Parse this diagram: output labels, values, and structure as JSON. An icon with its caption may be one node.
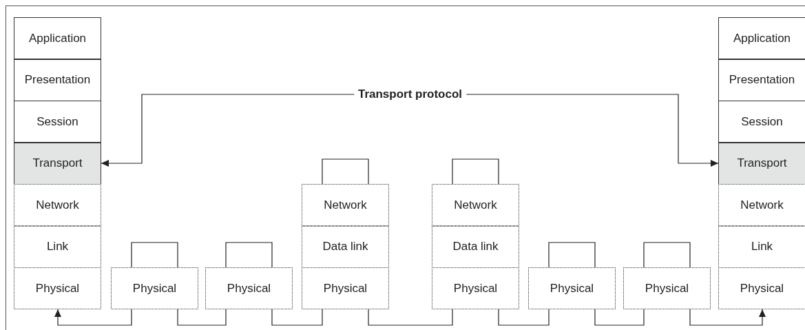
{
  "diagram": {
    "nodes": [
      {
        "text": [
          "Application"
        ]
      },
      {
        "text": [
          "Presentation"
        ]
      },
      {
        "text": [
          "Session"
        ]
      },
      {
        "text": [
          "Transport"
        ]
      },
      {
        "text": [
          "Network"
        ]
      },
      {
        "text": [
          "Link"
        ]
      },
      {
        "text": [
          "Physical"
        ]
      },
      {
        "text": [
          "Physical"
        ]
      },
      {
        "text": [
          "Physical"
        ]
      },
      {
        "text": [
          "Network"
        ]
      },
      {
        "text": [
          "Data link"
        ]
      },
      {
        "text": [
          "Physical"
        ]
      },
      {
        "text": [
          "Network"
        ]
      },
      {
        "text": [
          "Data link"
        ]
      },
      {
        "text": [
          "Physical"
        ]
      },
      {
        "text": [
          "Physical"
        ]
      },
      {
        "text": [
          "Physical"
        ]
      },
      {
        "text": [
          "Application"
        ]
      },
      {
        "text": [
          "Presentation"
        ]
      },
      {
        "text": [
          "Session"
        ]
      },
      {
        "text": [
          "Transport"
        ]
      },
      {
        "text": [
          "Network"
        ]
      },
      {
        "text": [
          "Link"
        ]
      },
      {
        "text": [
          "Physical"
        ]
      }
    ],
    "edges": [
      {
        "from": 3,
        "to": 20,
        "arrow": "both",
        "label": "Transport protocol"
      },
      {
        "from": 7,
        "to": 6,
        "arrow": "to"
      },
      {
        "from": 7,
        "to": 8,
        "arrow": "none"
      },
      {
        "from": 8,
        "to": 11,
        "arrow": "none"
      },
      {
        "from": 11,
        "to": 14,
        "arrow": "none"
      },
      {
        "from": 14,
        "to": 15,
        "arrow": "none"
      },
      {
        "from": 15,
        "to": 16,
        "arrow": "none"
      },
      {
        "from": 16,
        "to": 23,
        "arrow": "to"
      }
    ]
  }
}
